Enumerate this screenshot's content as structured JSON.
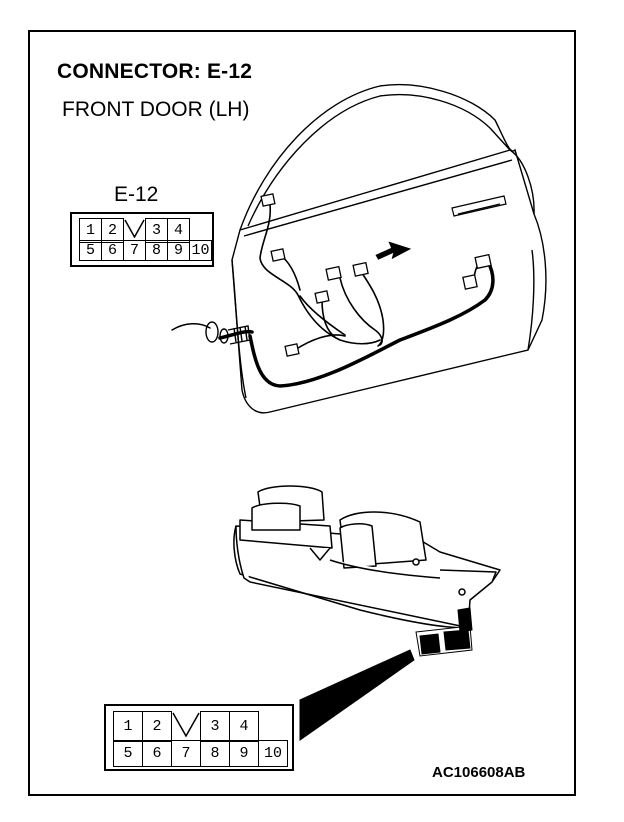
{
  "header": {
    "title": "CONNECTOR: E-12",
    "subtitle": "FRONT DOOR (LH)"
  },
  "small_connector": {
    "label": "E-12",
    "top_row": [
      "1",
      "2",
      "",
      "3",
      "4"
    ],
    "bottom_row": [
      "5",
      "6",
      "7",
      "8",
      "9",
      "10"
    ]
  },
  "large_connector": {
    "top_row": [
      "1",
      "2",
      "",
      "3",
      "4"
    ],
    "bottom_row": [
      "5",
      "6",
      "7",
      "8",
      "9",
      "10"
    ]
  },
  "reference_code": "AC106608AB"
}
